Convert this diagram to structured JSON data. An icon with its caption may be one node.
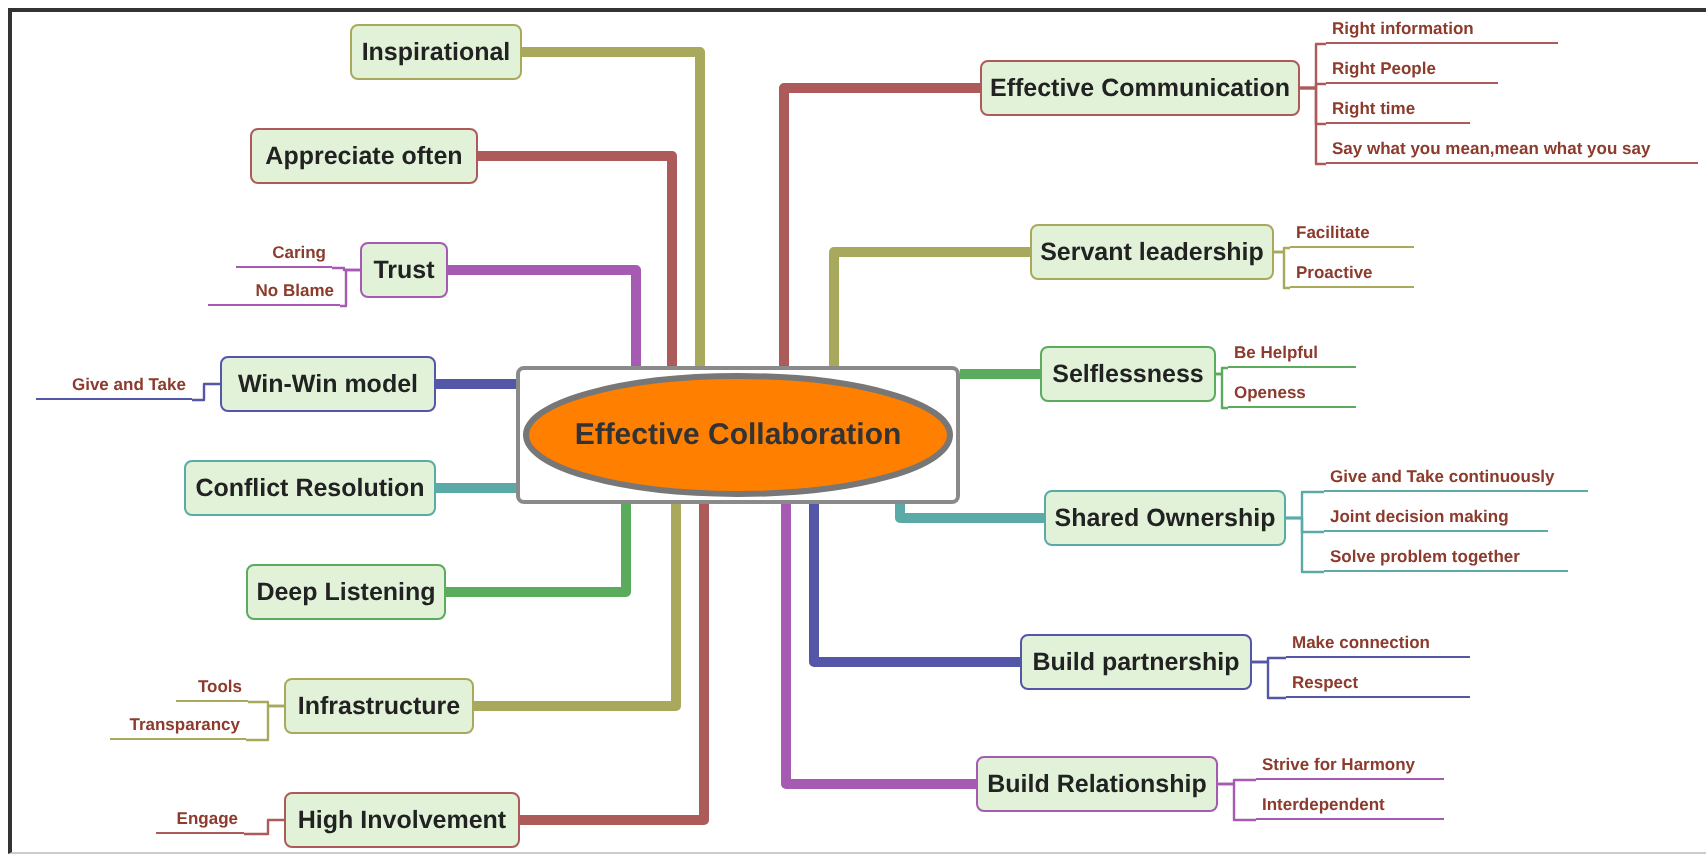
{
  "diagram": {
    "nodes": [
      {
        "text": [
          "Effective Collaboration"
        ]
      },
      {
        "text": [
          "Inspirational"
        ]
      },
      {
        "text": [
          "Appreciate often"
        ]
      },
      {
        "text": [
          "Trust"
        ]
      },
      {
        "text": [
          "Caring"
        ]
      },
      {
        "text": [
          "No Blame"
        ]
      },
      {
        "text": [
          "Win-Win model"
        ]
      },
      {
        "text": [
          "Give and Take"
        ]
      },
      {
        "text": [
          "Conflict Resolution"
        ]
      },
      {
        "text": [
          "Deep Listening"
        ]
      },
      {
        "text": [
          "Infrastructure"
        ]
      },
      {
        "text": [
          "Tools"
        ]
      },
      {
        "text": [
          "Transparancy"
        ]
      },
      {
        "text": [
          "High Involvement"
        ]
      },
      {
        "text": [
          "Engage"
        ]
      },
      {
        "text": [
          "Effective Communication"
        ]
      },
      {
        "text": [
          "Right information"
        ]
      },
      {
        "text": [
          "Right People"
        ]
      },
      {
        "text": [
          "Right time"
        ]
      },
      {
        "text": [
          "Say what you mean,mean what you say"
        ]
      },
      {
        "text": [
          "Servant leadership"
        ]
      },
      {
        "text": [
          "Facilitate"
        ]
      },
      {
        "text": [
          "Proactive"
        ]
      },
      {
        "text": [
          "Selflessness"
        ]
      },
      {
        "text": [
          "Be Helpful"
        ]
      },
      {
        "text": [
          "Openess"
        ]
      },
      {
        "text": [
          "Shared Ownership"
        ]
      },
      {
        "text": [
          "Give and Take continuously"
        ]
      },
      {
        "text": [
          "Joint decision making"
        ]
      },
      {
        "text": [
          "Solve problem together"
        ]
      },
      {
        "text": [
          "Build partnership"
        ]
      },
      {
        "text": [
          "Make connection"
        ]
      },
      {
        "text": [
          "Respect"
        ]
      },
      {
        "text": [
          "Build Relationship"
        ]
      },
      {
        "text": [
          "Strive for Harmony"
        ]
      },
      {
        "text": [
          "Interdependent"
        ]
      }
    ],
    "edges": [
      {
        "from": 0,
        "to": 1,
        "arrow": "none",
        "style": "thick",
        "color": "#a9a95e"
      },
      {
        "from": 0,
        "to": 2,
        "arrow": "none",
        "style": "thick",
        "color": "#ad5a5a"
      },
      {
        "from": 0,
        "to": 3,
        "arrow": "none",
        "style": "thick",
        "color": "#a65bb2"
      },
      {
        "from": 3,
        "to": 4,
        "arrow": "none",
        "color": "#a65bb2"
      },
      {
        "from": 3,
        "to": 5,
        "arrow": "none",
        "color": "#a65bb2"
      },
      {
        "from": 0,
        "to": 6,
        "arrow": "none",
        "style": "thick",
        "color": "#5456a8"
      },
      {
        "from": 6,
        "to": 7,
        "arrow": "none",
        "color": "#5456a8"
      },
      {
        "from": 0,
        "to": 8,
        "arrow": "none",
        "style": "thick",
        "color": "#5aaaa8"
      },
      {
        "from": 0,
        "to": 9,
        "arrow": "none",
        "style": "thick",
        "color": "#5aab5c"
      },
      {
        "from": 0,
        "to": 10,
        "arrow": "none",
        "style": "thick",
        "color": "#a9a95e"
      },
      {
        "from": 10,
        "to": 11,
        "arrow": "none",
        "color": "#a9a95e"
      },
      {
        "from": 10,
        "to": 12,
        "arrow": "none",
        "color": "#a9a95e"
      },
      {
        "from": 0,
        "to": 13,
        "arrow": "none",
        "style": "thick",
        "color": "#ad5a5a"
      },
      {
        "from": 13,
        "to": 14,
        "arrow": "none",
        "color": "#ad5a5a"
      },
      {
        "from": 0,
        "to": 15,
        "arrow": "none",
        "style": "thick",
        "color": "#ad5a5a"
      },
      {
        "from": 15,
        "to": 16,
        "arrow": "none",
        "color": "#ad5a5a"
      },
      {
        "from": 15,
        "to": 17,
        "arrow": "none",
        "color": "#ad5a5a"
      },
      {
        "from": 15,
        "to": 18,
        "arrow": "none",
        "color": "#ad5a5a"
      },
      {
        "from": 15,
        "to": 19,
        "arrow": "none",
        "color": "#ad5a5a"
      },
      {
        "from": 0,
        "to": 20,
        "arrow": "none",
        "style": "thick",
        "color": "#a9a95e"
      },
      {
        "from": 20,
        "to": 21,
        "arrow": "none",
        "color": "#a9a95e"
      },
      {
        "from": 20,
        "to": 22,
        "arrow": "none",
        "color": "#a9a95e"
      },
      {
        "from": 0,
        "to": 23,
        "arrow": "none",
        "style": "thick",
        "color": "#5aab5c"
      },
      {
        "from": 23,
        "to": 24,
        "arrow": "none",
        "color": "#5aab5c"
      },
      {
        "from": 23,
        "to": 25,
        "arrow": "none",
        "color": "#5aab5c"
      },
      {
        "from": 0,
        "to": 26,
        "arrow": "none",
        "style": "thick",
        "color": "#5aaaa8"
      },
      {
        "from": 26,
        "to": 27,
        "arrow": "none",
        "color": "#5aaaa8"
      },
      {
        "from": 26,
        "to": 28,
        "arrow": "none",
        "color": "#5aaaa8"
      },
      {
        "from": 26,
        "to": 29,
        "arrow": "none",
        "color": "#5aaaa8"
      },
      {
        "from": 0,
        "to": 30,
        "arrow": "none",
        "style": "thick",
        "color": "#5456a8"
      },
      {
        "from": 30,
        "to": 31,
        "arrow": "none",
        "color": "#5456a8"
      },
      {
        "from": 30,
        "to": 32,
        "arrow": "none",
        "color": "#5456a8"
      },
      {
        "from": 0,
        "to": 33,
        "arrow": "none",
        "style": "thick",
        "color": "#a65bb2"
      },
      {
        "from": 33,
        "to": 34,
        "arrow": "none",
        "color": "#a65bb2"
      },
      {
        "from": 33,
        "to": 35,
        "arrow": "none",
        "color": "#a65bb2"
      }
    ]
  }
}
